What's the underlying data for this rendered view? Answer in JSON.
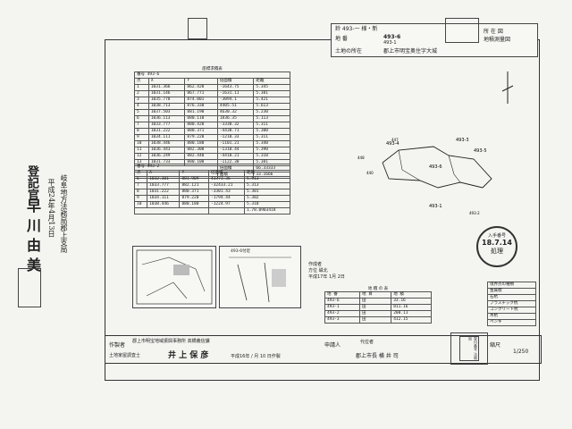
{
  "header": {
    "top_left": "鈴 493-一 様・新",
    "parcel_label": "地 番",
    "parcel_value": "493-6",
    "land_label": "土地の所在",
    "land_value": "郡上市明宝奥住字大城",
    "sub_label": "所 在 図",
    "sub_label2": "地積測量図",
    "circled": "493-1"
  },
  "left_vertical": {
    "office": "岐阜地方法務局郡上支局",
    "date_line": "平成24年4月13日",
    "officer_title": "登記官",
    "officer_name": "早川由美"
  },
  "coord_table_1": {
    "title": "座標求積表",
    "header": "番号 493-6",
    "cols": [
      "点",
      "X",
      "Y",
      "倍面積",
      "距離"
    ],
    "rows": [
      [
        "1",
        "1031.366",
        "862.420",
        "-1643.75",
        "5.345"
      ],
      [
        "2",
        "1031.146",
        "867.771",
        "-1631.11",
        "5.381"
      ],
      [
        "3",
        "1035.778",
        "874.001",
        "-3094.1",
        "5.421"
      ],
      [
        "4",
        "1038.713",
        "876.330",
        "4405.51",
        "5.613"
      ],
      [
        "5",
        "1037.503",
        "881.190",
        "4630.32",
        "5.230"
      ],
      [
        "6",
        "1036.113",
        "880.110",
        "1836.35",
        "5.113"
      ],
      [
        "7",
        "1033.777",
        "880.420",
        "-3330.32",
        "5.311"
      ],
      [
        "8",
        "1031.222",
        "880.371",
        "-4430.71",
        "5.300"
      ],
      [
        "9",
        "1034.111",
        "879.220",
        "-1210.33",
        "5.311"
      ],
      [
        "10",
        "1038.446",
        "880.180",
        "-1101.21",
        "5.340"
      ],
      [
        "11",
        "1036.443",
        "882.300",
        "-1310.44",
        "5.390"
      ],
      [
        "12",
        "1036.249",
        "882.440",
        "-4410.21",
        "5.310"
      ],
      [
        "13",
        "1031.733",
        "880.100",
        "-1122.30",
        "5.381"
      ]
    ],
    "sum_label": "倍面積",
    "sum_value": "66.33333",
    "area_label": "面積",
    "area_value": "33.1666"
  },
  "coord_table_2": {
    "header": "番号 493-2",
    "cols": [
      "点",
      "X",
      "Y",
      "倍面積",
      "距離"
    ],
    "rows": [
      [
        "6",
        "1032.301",
        "881.909",
        "43373.36",
        "5.513"
      ],
      [
        "7",
        "1033.777",
        "882.121",
        "-32433.21",
        "5.313"
      ],
      [
        "8",
        "1031.222",
        "880.371",
        "-3301.43",
        "5.301"
      ],
      [
        "9",
        "1034.111",
        "879.220",
        "-1794.44",
        "5.382"
      ],
      [
        "10",
        "1038.446",
        "880.180",
        "-1224.97",
        "5.310"
      ]
    ],
    "sum_value": "1.78.0903418"
  },
  "map_labels": {
    "p493_6": "493-6",
    "p493_4": "493-4",
    "p493_5": "493-5",
    "p493_3": "493-3",
    "p493_1": "493-1",
    "p447": "447",
    "p448": "448",
    "p440": "440",
    "p493_2": "493-2"
  },
  "location_map_caption": "493-6付近",
  "survey_box": {
    "title": "作成者",
    "method": "方位 磁北",
    "date_line": "平成17年 1月 2日"
  },
  "area_summary": {
    "title": "地 積 の 表",
    "cols": [
      "地 番",
      "地 目",
      "地 積"
    ],
    "rows": [
      [
        "493-6",
        "田",
        "33.16"
      ],
      [
        "493-1",
        "田",
        "811.16"
      ],
      [
        "493-2",
        "田",
        "200.11"
      ],
      [
        "493-3",
        "田",
        "412.15"
      ]
    ]
  },
  "legend": {
    "title": "境界点の種類",
    "items": [
      "金属標",
      "石杭",
      "プラスチック杭",
      "コンクリート杭",
      "木杭",
      "ペンキ"
    ]
  },
  "stamp_received": {
    "line1": "入手番号",
    "date": "18.7.14",
    "line2": "処理"
  },
  "stamp_right": "受付番号 法務局",
  "footer": {
    "maker_label": "作製者",
    "maker_value": "郡上市明宝地域振興事務所 高橋義信課",
    "surveyor_label": "土地家屋調査士",
    "surveyor_name": "井 上 保 彦",
    "date_text": "平成16年 / 月 10 日作製",
    "applicant_label": "申請人",
    "applicant_value": "代位者",
    "applicant_name": "郡上市長 横 井 司",
    "scale_label": "縮尺",
    "scale_value": "1/250"
  }
}
